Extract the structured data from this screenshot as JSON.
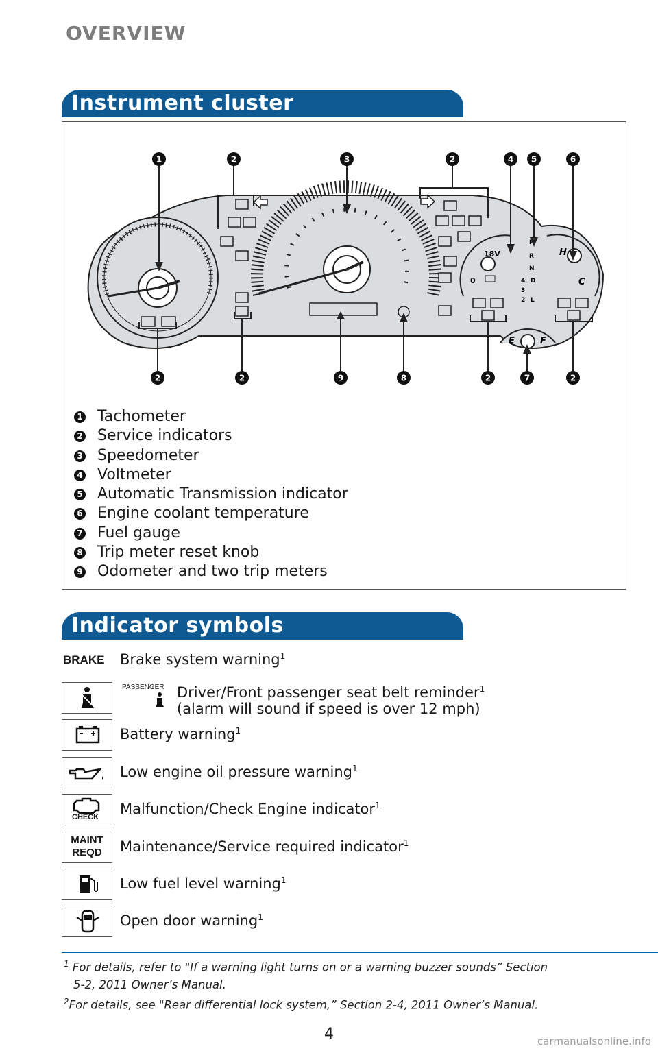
{
  "header": {
    "title": "OVERVIEW"
  },
  "sections": {
    "cluster_title": "Instrument cluster",
    "indicators_title": "Indicator symbols"
  },
  "gauges": {
    "volt_max": "18V",
    "volt_min": "0",
    "gear_letters": [
      "P",
      "R",
      "N",
      "D",
      "4",
      "3",
      "2",
      "L"
    ],
    "temp_hot": "H",
    "temp_cold": "C",
    "fuel_empty": "E",
    "fuel_full": "F"
  },
  "callouts": {
    "top": [
      "1",
      "2",
      "3",
      "2",
      "4",
      "5",
      "6"
    ],
    "bottom": [
      "2",
      "2",
      "9",
      "8",
      "2",
      "7",
      "2"
    ]
  },
  "legend": [
    {
      "num": "1",
      "text": "Tachometer"
    },
    {
      "num": "2",
      "text": "Service indicators"
    },
    {
      "num": "3",
      "text": "Speedometer"
    },
    {
      "num": "4",
      "text": "Voltmeter"
    },
    {
      "num": "5",
      "text": "Automatic Transmission indicator"
    },
    {
      "num": "6",
      "text": "Engine coolant temperature"
    },
    {
      "num": "7",
      "text": "Fuel gauge"
    },
    {
      "num": "8",
      "text": "Trip meter reset knob"
    },
    {
      "num": "9",
      "text": "Odometer and two trip meters"
    }
  ],
  "indicators": [
    {
      "icon": "brake-icon",
      "icon_text": "BRAKE",
      "label": "Brake system warning",
      "sup": "1"
    },
    {
      "icon": "seatbelt-icon",
      "icon_text": "PASSENGER",
      "label": "Driver/Front passenger seat belt reminder",
      "sup": "1",
      "label2": "(alarm will sound if speed is over 12 mph)"
    },
    {
      "icon": "battery-icon",
      "label": "Battery warning",
      "sup": "1"
    },
    {
      "icon": "oil-can-icon",
      "label": "Low engine oil pressure warning",
      "sup": "1"
    },
    {
      "icon": "check-engine-icon",
      "icon_text": "CHECK",
      "label": "Malfunction/Check Engine indicator",
      "sup": "1"
    },
    {
      "icon": "maint-reqd-icon",
      "icon_text": "MAINT",
      "icon_text2": "REQD",
      "label": "Maintenance/Service required indicator",
      "sup": "1"
    },
    {
      "icon": "fuel-pump-icon",
      "label": "Low fuel level warning",
      "sup": "1"
    },
    {
      "icon": "open-door-icon",
      "label": "Open door warning",
      "sup": "1"
    }
  ],
  "footnotes": {
    "f1_mark": "1",
    "f1_line1": "For details, refer to \"If a warning light turns on or a warning buzzer sounds” Section",
    "f1_line2": "5-2, 2011 Owner’s Manual.",
    "f2_mark": "2",
    "f2_text": "For details, see \"Rear differential lock system,” Section 2-4, 2011 Owner’s Manual."
  },
  "page_number": "4",
  "watermark": "carmanualsonline.info",
  "colors": {
    "accent": "#0f5a93",
    "cluster_fill": "#d9dde0",
    "outline": "#222222"
  }
}
